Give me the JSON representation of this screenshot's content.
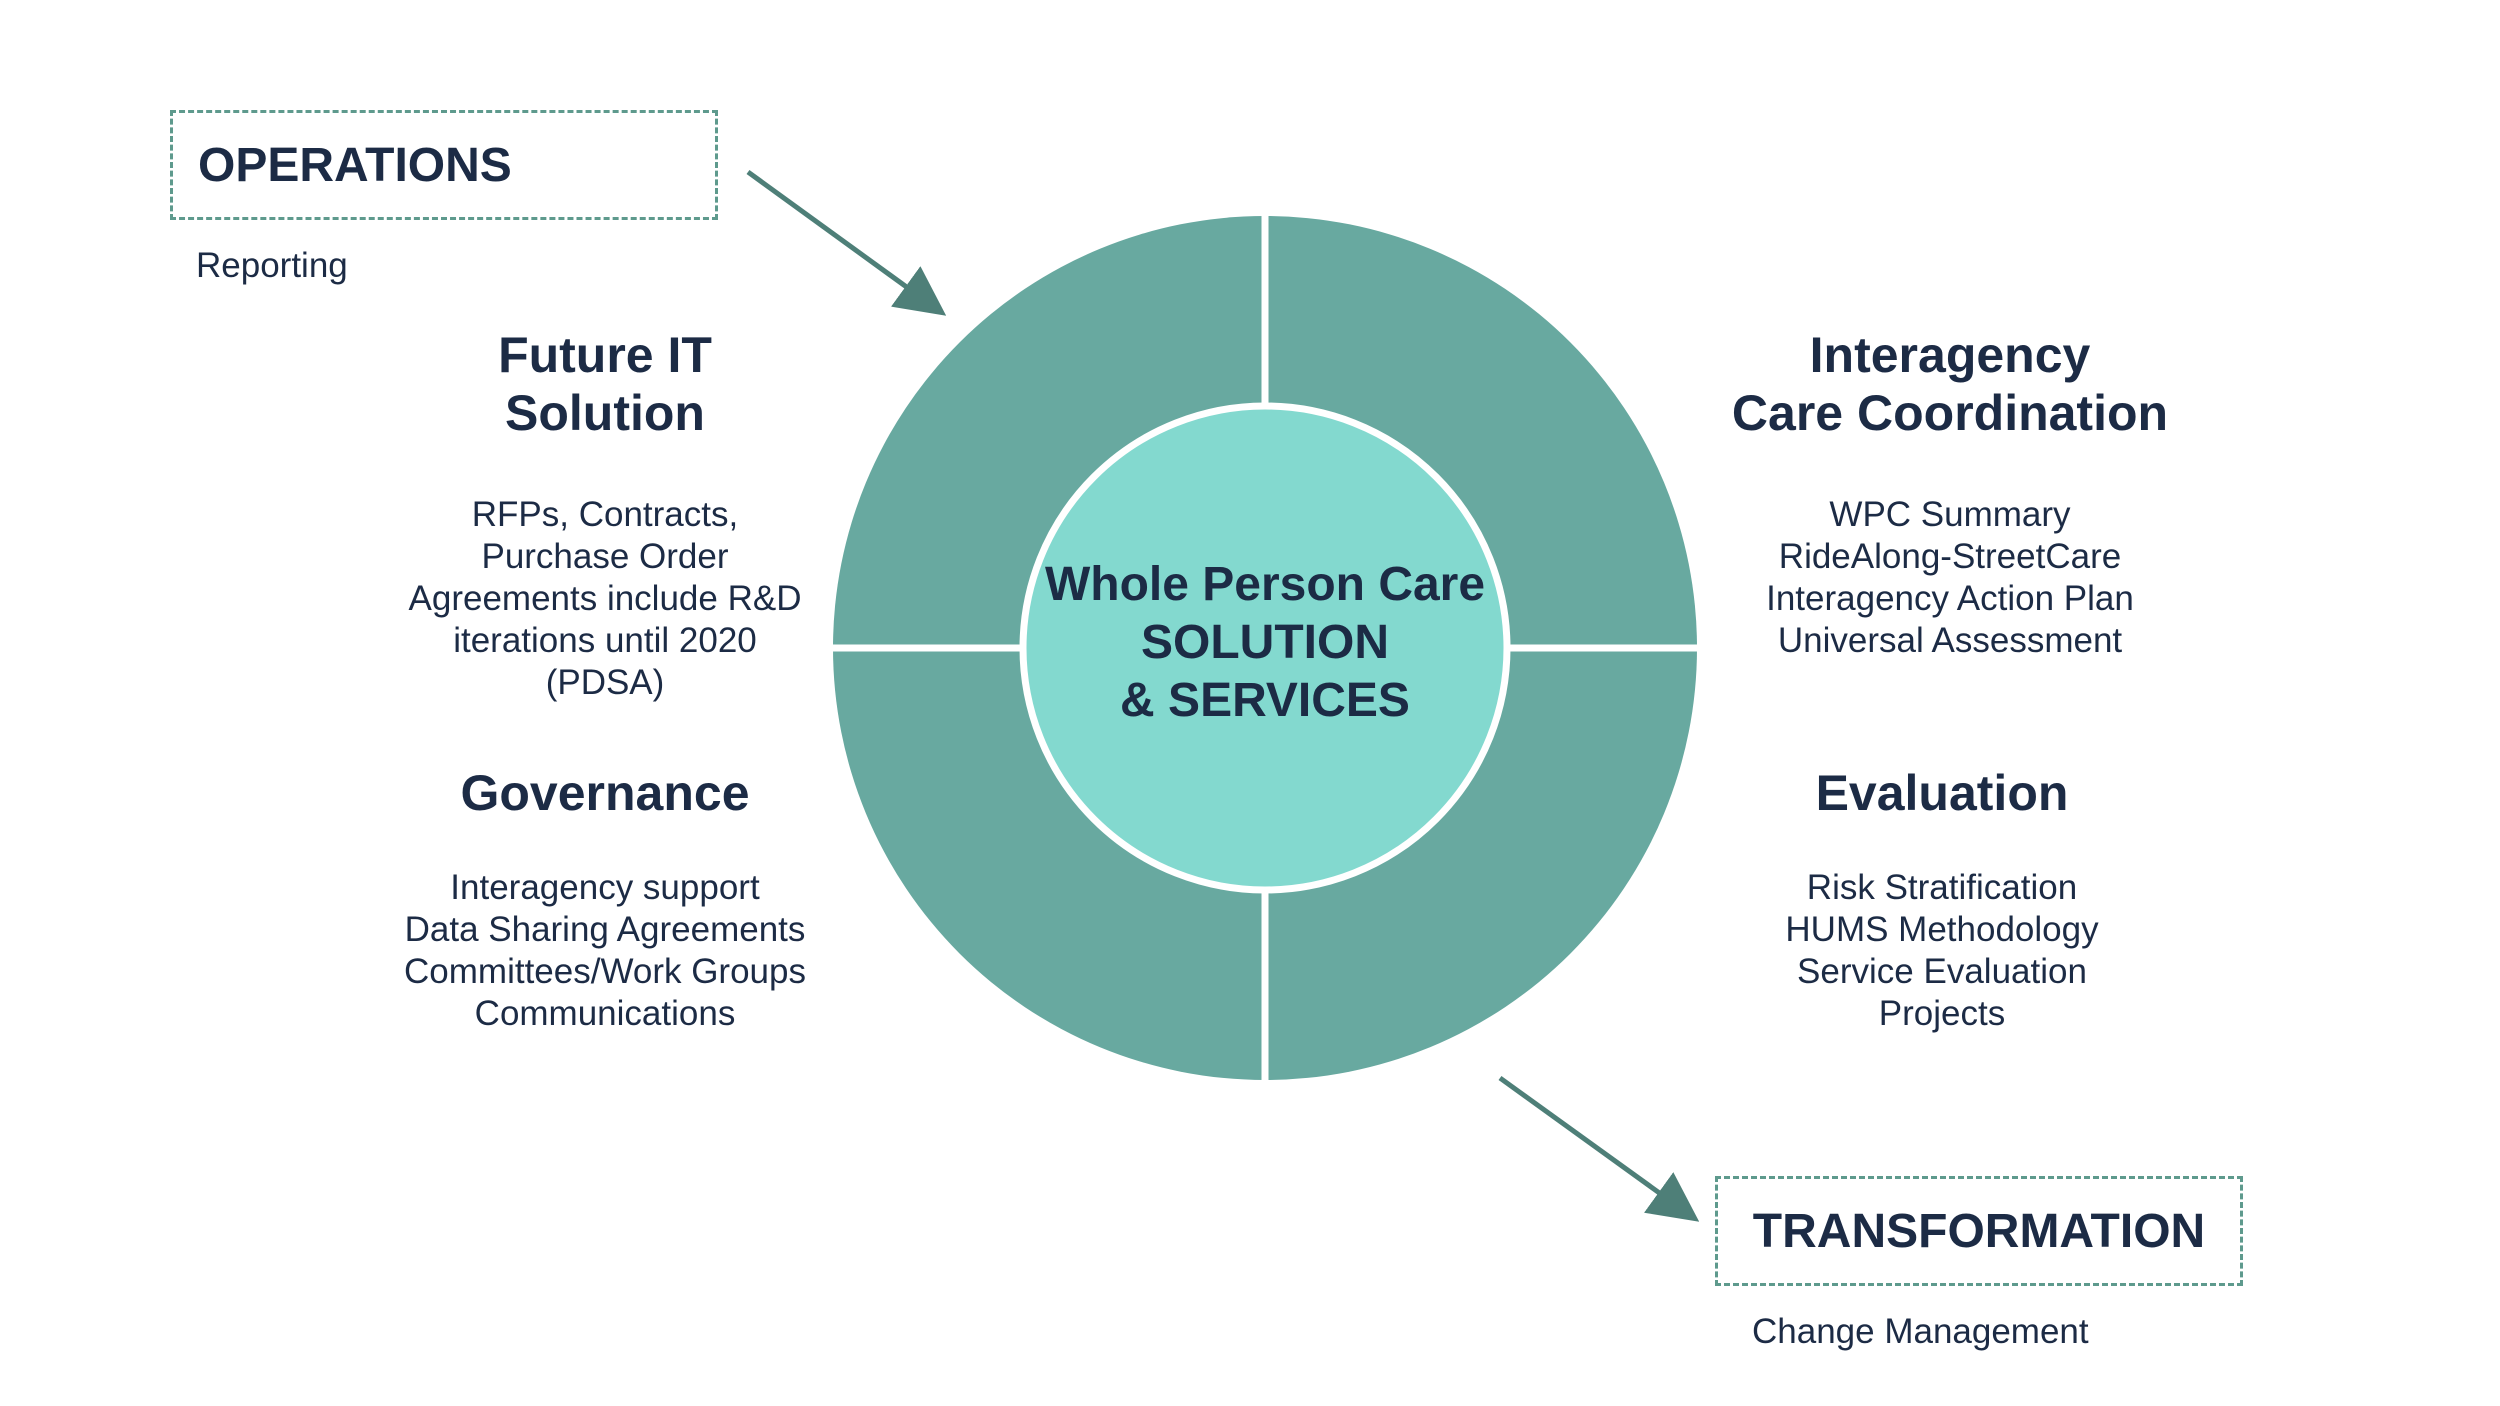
{
  "colors": {
    "ring": "#68a9a0",
    "center": "#83d9cf",
    "text": "#1c2b45",
    "arrow": "#4e7f78",
    "box_border": "#5e9a8d"
  },
  "operations": {
    "title": "OPERATIONS",
    "subtitle": "Reporting"
  },
  "transformation": {
    "title": "TRANSFORMATION",
    "subtitle": "Change Management"
  },
  "center": {
    "line1": "Whole Person Care",
    "line2": "SOLUTION",
    "line3": "& SERVICES"
  },
  "future_it": {
    "heading_line1": "Future IT",
    "heading_line2": "Solution",
    "items": [
      "RFPs, Contracts,",
      "Purchase Order",
      "Agreements include R&D",
      "iterations until 2020",
      "(PDSA)"
    ]
  },
  "interagency": {
    "heading_line1": "Interagency",
    "heading_line2": "Care Coordination",
    "items": [
      "WPC Summary",
      "RideAlong-StreetCare",
      "Interagency Action Plan",
      "Universal Assessment"
    ]
  },
  "governance": {
    "heading": "Governance",
    "items": [
      "Interagency support",
      "Data Sharing Agreements",
      "Committees/Work Groups",
      "Communications"
    ]
  },
  "evaluation": {
    "heading": "Evaluation",
    "items": [
      "Risk Stratification",
      "HUMS Methodology",
      "Service Evaluation",
      "Projects"
    ]
  }
}
